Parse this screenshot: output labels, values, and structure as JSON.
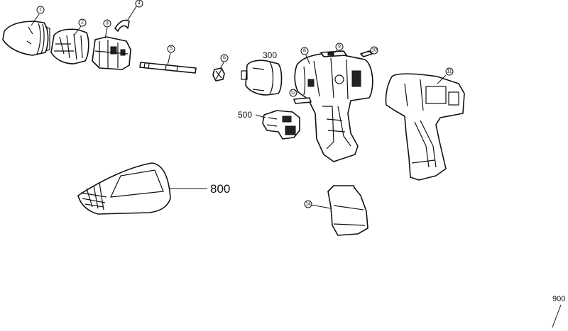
{
  "callouts": {
    "c1": "1",
    "c2": "2",
    "c3": "3",
    "c4": "4",
    "c5": "5",
    "c6": "6",
    "c8": "8",
    "c9": "9",
    "c10": "10",
    "c11": "11",
    "c12": "12",
    "c14": "14"
  },
  "labels": {
    "motor": "300",
    "switch": "500",
    "charger": "800",
    "extra": "900"
  },
  "colors": {
    "line": "#111111",
    "background": "#ffffff"
  }
}
